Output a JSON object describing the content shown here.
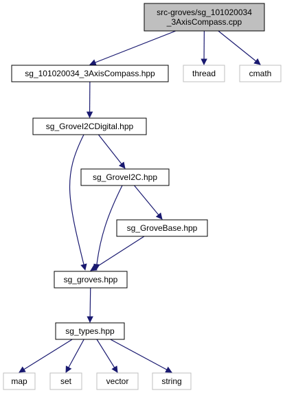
{
  "colors": {
    "root_fill": "#bfbfbf",
    "node_fill": "#ffffff",
    "node_border": "#000000",
    "external_border": "#bfbfbf",
    "edge": "#191970",
    "text": "#000000"
  },
  "nodes": [
    {
      "id": "root",
      "lines": [
        "src-groves/sg_101020034",
        "_3AxisCompass.cpp"
      ],
      "kind": "root"
    },
    {
      "id": "compass_hpp",
      "lines": [
        "sg_101020034_3AxisCompass.hpp"
      ],
      "kind": "file"
    },
    {
      "id": "thread",
      "lines": [
        "thread"
      ],
      "kind": "external"
    },
    {
      "id": "cmath",
      "lines": [
        "cmath"
      ],
      "kind": "external"
    },
    {
      "id": "grovei2cdigital",
      "lines": [
        "sg_GroveI2CDigital.hpp"
      ],
      "kind": "file"
    },
    {
      "id": "grovei2c",
      "lines": [
        "sg_GroveI2C.hpp"
      ],
      "kind": "file"
    },
    {
      "id": "grovebase",
      "lines": [
        "sg_GroveBase.hpp"
      ],
      "kind": "file"
    },
    {
      "id": "groves",
      "lines": [
        "sg_groves.hpp"
      ],
      "kind": "file"
    },
    {
      "id": "types",
      "lines": [
        "sg_types.hpp"
      ],
      "kind": "file"
    },
    {
      "id": "map",
      "lines": [
        "map"
      ],
      "kind": "external"
    },
    {
      "id": "set",
      "lines": [
        "set"
      ],
      "kind": "external"
    },
    {
      "id": "vector",
      "lines": [
        "vector"
      ],
      "kind": "external"
    },
    {
      "id": "string",
      "lines": [
        "string"
      ],
      "kind": "external"
    }
  ],
  "edges": [
    {
      "from": "root",
      "to": "compass_hpp"
    },
    {
      "from": "root",
      "to": "thread"
    },
    {
      "from": "root",
      "to": "cmath"
    },
    {
      "from": "compass_hpp",
      "to": "grovei2cdigital"
    },
    {
      "from": "grovei2cdigital",
      "to": "grovei2c"
    },
    {
      "from": "grovei2cdigital",
      "to": "groves"
    },
    {
      "from": "grovei2c",
      "to": "grovebase"
    },
    {
      "from": "grovei2c",
      "to": "groves"
    },
    {
      "from": "grovebase",
      "to": "groves"
    },
    {
      "from": "groves",
      "to": "types"
    },
    {
      "from": "types",
      "to": "map"
    },
    {
      "from": "types",
      "to": "set"
    },
    {
      "from": "types",
      "to": "vector"
    },
    {
      "from": "types",
      "to": "string"
    }
  ]
}
